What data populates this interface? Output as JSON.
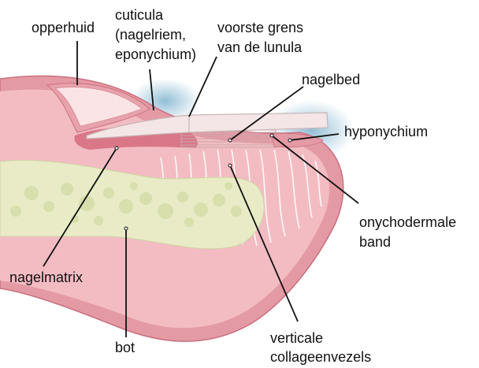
{
  "labels": {
    "opperhuid": "opperhuid",
    "cuticula_1": "cuticula",
    "cuticula_2": "(nagelriem,",
    "cuticula_3": "eponychium)",
    "lunula_1": "voorste grens",
    "lunula_2": "van de lunula",
    "nagelbed": "nagelbed",
    "hyponychium": "hyponychium",
    "onycho_1": "onychodermale",
    "onycho_2": "band",
    "nagelmatrix": "nagelmatrix",
    "bot": "bot",
    "vertical_1": "verticale",
    "vertical_2": "collageenvezels"
  },
  "colors": {
    "skin_outer": "#e49aa4",
    "skin_inner": "#f6c8cc",
    "tissue": "#f3bcc3",
    "bone": "#e8ebc6",
    "bone_spots": "#d6dca8",
    "nail": "#f4e6e6",
    "nail_edge": "#c8b4b4",
    "matrix": "#d97788",
    "shadow": "#7fb3cf",
    "leader": "#111111"
  }
}
